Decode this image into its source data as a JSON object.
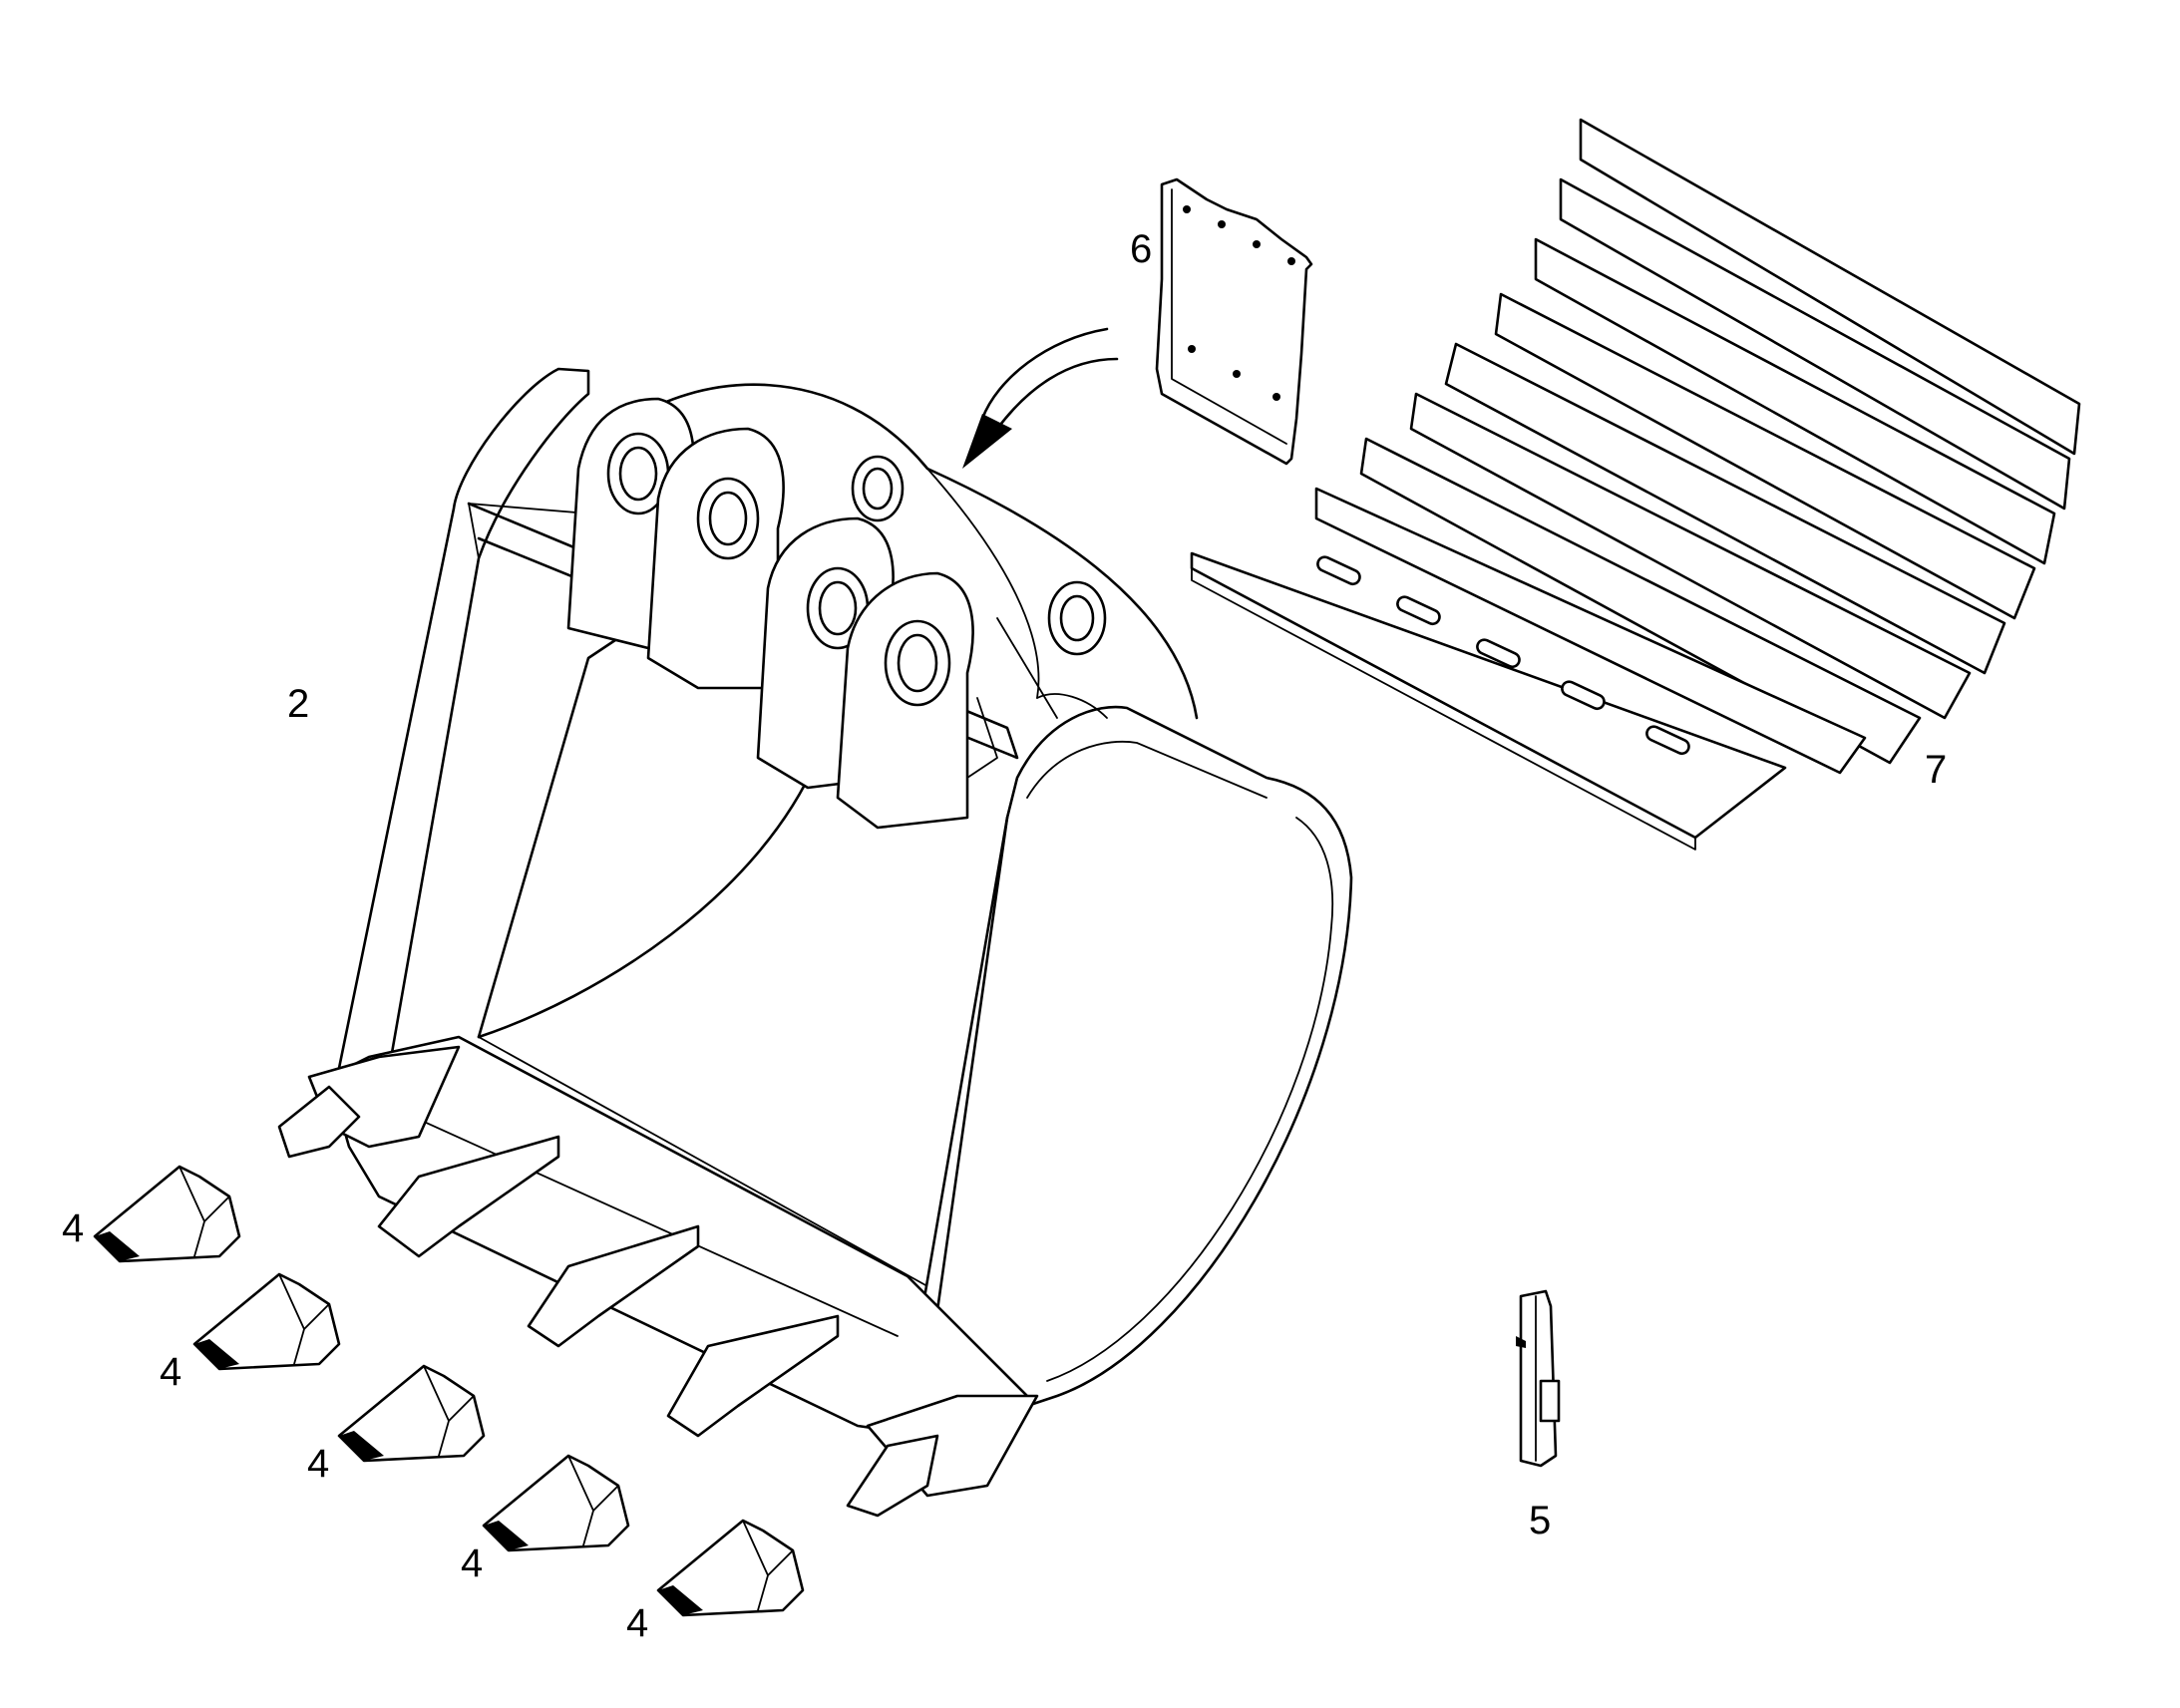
{
  "labels": {
    "bucket": "2",
    "tooth": "4",
    "lock_pin": "5",
    "wear_plate": "6",
    "cutting_edges": "7"
  },
  "colors": {
    "line": "#000000",
    "background": "#ffffff"
  },
  "icons": {
    "arrow": "curved-arrow-icon"
  }
}
